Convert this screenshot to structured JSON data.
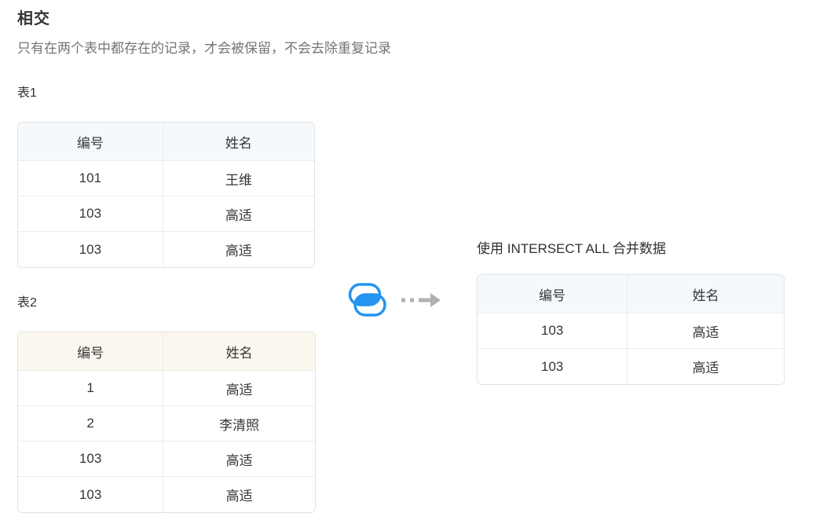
{
  "page": {
    "title": "相交",
    "subtitle": "只有在两个表中都存在的记录，才会被保留，不会去除重复记录"
  },
  "table1": {
    "label": "表1",
    "headers": [
      "编号",
      "姓名"
    ],
    "rows": [
      [
        "101",
        "王维"
      ],
      [
        "103",
        "高适"
      ],
      [
        "103",
        "高适"
      ]
    ]
  },
  "table2": {
    "label": "表2",
    "headers": [
      "编号",
      "姓名"
    ],
    "rows": [
      [
        "1",
        "高适"
      ],
      [
        "2",
        "李清照"
      ],
      [
        "103",
        "高适"
      ],
      [
        "103",
        "高适"
      ]
    ]
  },
  "result": {
    "caption": "使用 INTERSECT ALL 合并数据",
    "headers": [
      "编号",
      "姓名"
    ],
    "rows": [
      [
        "103",
        "高适"
      ],
      [
        "103",
        "高适"
      ]
    ]
  },
  "icons": {
    "operator": "intersect-icon",
    "flow": "dashed-arrow-icon"
  },
  "colors": {
    "accent_blue": "#2493f1",
    "arrow_gray": "#b1b1b1",
    "header_blue_bg": "#f6f9fc",
    "header_cream_bg": "#fbf7ef",
    "table_border": "#e3e3e3",
    "cell_divider": "#ececec",
    "title_text": "#353535",
    "subtitle_text": "#747474",
    "cell_text": "#363636"
  }
}
